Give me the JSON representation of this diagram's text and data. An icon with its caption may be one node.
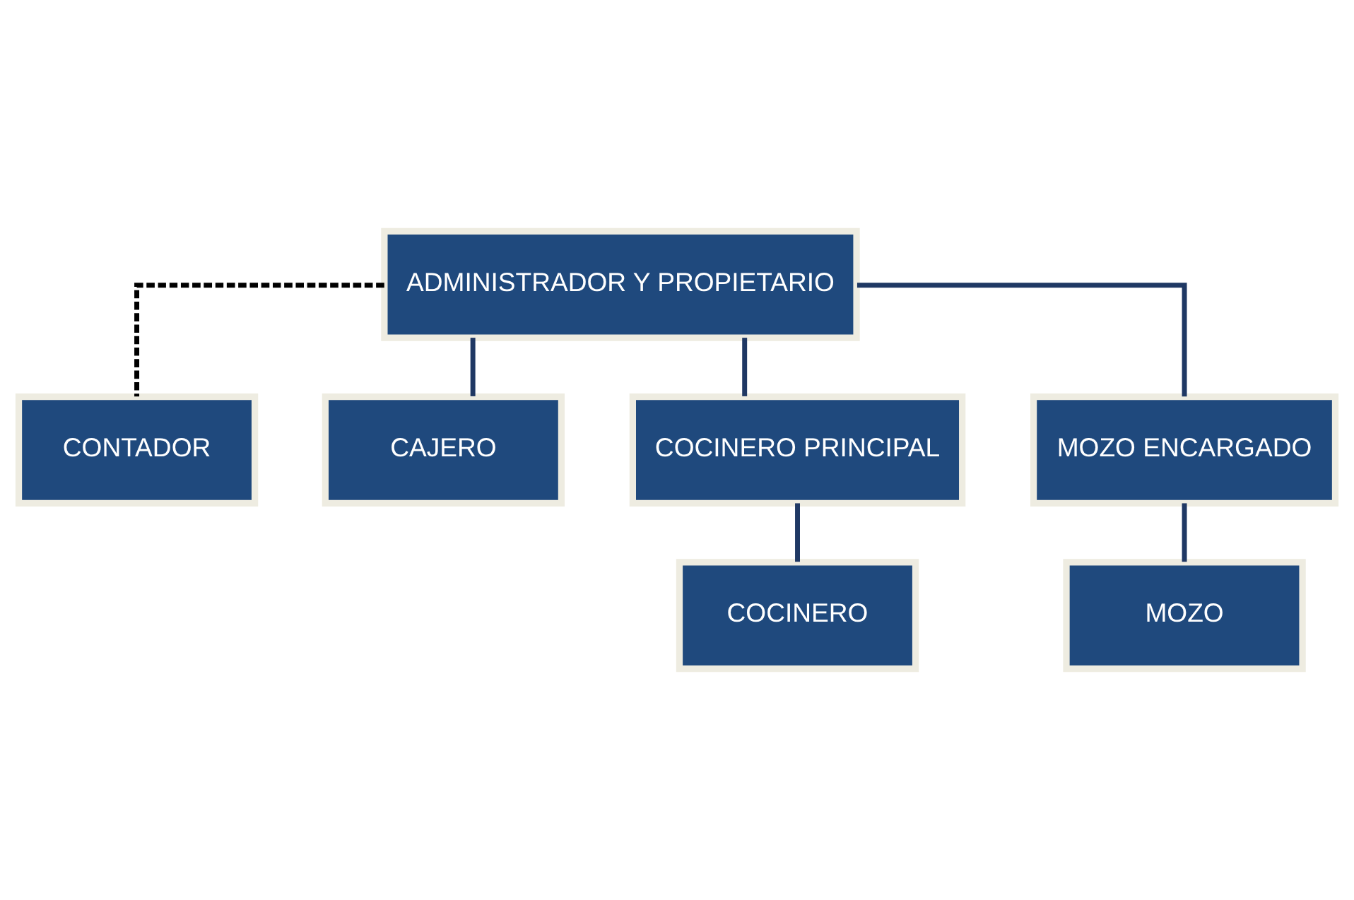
{
  "diagram": {
    "nodes": [
      {
        "text": [
          "ADMINISTRADOR Y PROPIETARIO"
        ]
      },
      {
        "text": [
          "CONTADOR"
        ]
      },
      {
        "text": [
          "CAJERO"
        ]
      },
      {
        "text": [
          "COCINERO PRINCIPAL"
        ]
      },
      {
        "text": [
          "MOZO ENCARGADO"
        ]
      },
      {
        "text": [
          "COCINERO"
        ]
      },
      {
        "text": [
          "MOZO"
        ]
      }
    ],
    "edges": [
      {
        "from": 0,
        "to": 1,
        "arrow": "none",
        "style": "dashed",
        "color": "#000000"
      },
      {
        "from": 0,
        "to": 2,
        "arrow": "none"
      },
      {
        "from": 0,
        "to": 3,
        "arrow": "none"
      },
      {
        "from": 0,
        "to": 4,
        "arrow": "none"
      },
      {
        "from": 3,
        "to": 5,
        "arrow": "none"
      },
      {
        "from": 4,
        "to": 6,
        "arrow": "none"
      }
    ]
  }
}
